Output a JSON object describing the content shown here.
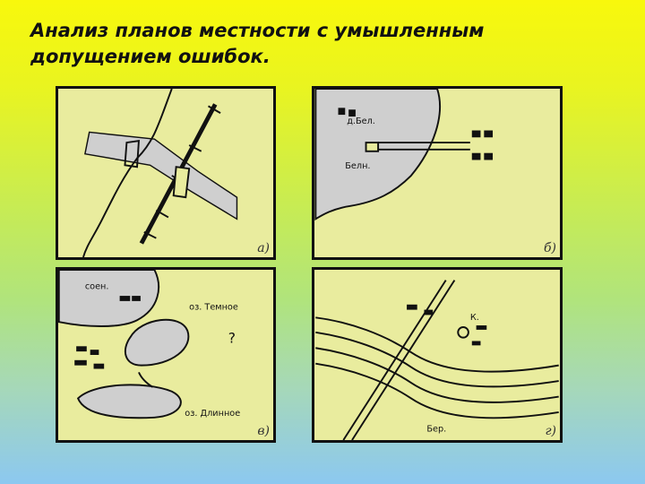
{
  "slide": {
    "title_line1": "Анализ планов местности с умышленным",
    "title_line2": "допущением ошибок."
  },
  "panels": {
    "a": {
      "label": "а)"
    },
    "b": {
      "label": "б)",
      "text_top": "д.Бел.",
      "text_mid": "Белн."
    },
    "v": {
      "label": "в)",
      "text_top": "соен.",
      "lake1": "оз. Темное",
      "lake2": "оз. Длинное"
    },
    "g": {
      "label": "г)",
      "text_k": "К.",
      "text_bottom": "Бер."
    }
  },
  "colors": {
    "map_fill": "#e9ec9e",
    "water_fill": "#cfcfcf",
    "ink": "#111111"
  }
}
